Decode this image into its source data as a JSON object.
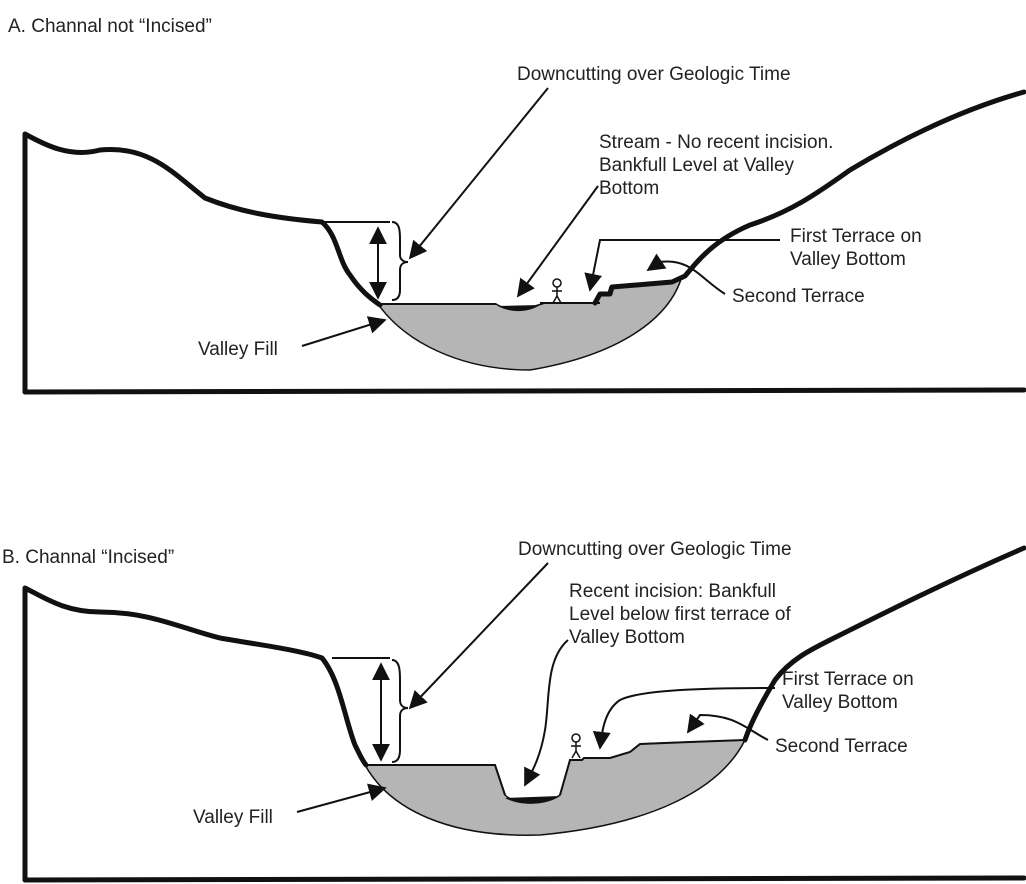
{
  "panel_a": {
    "title": "A. Channal not “Incised”",
    "downcutting": "Downcutting over Geologic Time",
    "stream_line1": "Stream - No recent incision.",
    "stream_line2": "Bankfull Level at Valley",
    "stream_line3": "Bottom",
    "first_terrace_line1": "First Terrace on",
    "first_terrace_line2": "Valley Bottom",
    "second_terrace": "Second Terrace",
    "valley_fill": "Valley Fill"
  },
  "panel_b": {
    "title": "B. Channal “Incised”",
    "downcutting": "Downcutting over Geologic Time",
    "incision_line1": "Recent incision: Bankfull",
    "incision_line2": "Level below first terrace of",
    "incision_line3": "Valley Bottom",
    "first_terrace_line1": "First Terrace on",
    "first_terrace_line2": "Valley Bottom",
    "second_terrace": "Second Terrace",
    "valley_fill": "Valley Fill"
  },
  "colors": {
    "fill": "#b5b5b5",
    "line": "#111111"
  }
}
